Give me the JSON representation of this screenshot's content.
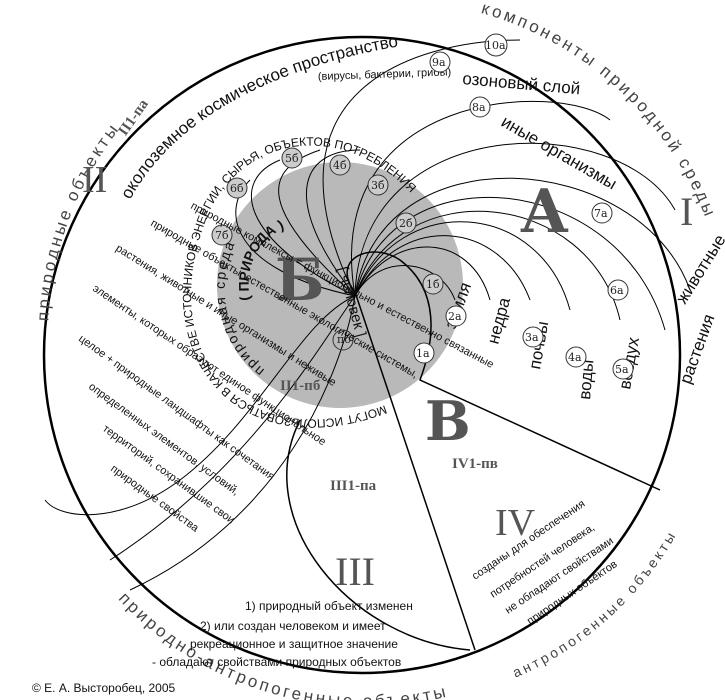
{
  "outer_arcs": {
    "components": "компоненты природной среды",
    "natural_objects": "природные объекты",
    "nat_anthro": "природно-антропогенные объекты",
    "anthro": "антропогенные объекты"
  },
  "big_letters": {
    "A": "А",
    "B": "Б",
    "V": "В"
  },
  "romans": {
    "I": "I",
    "II": "II",
    "III": "III",
    "IV": "IV"
  },
  "sector_codes": {
    "ii1pa": "II1-па",
    "ii1pb": "II1-пб",
    "iii1pa": "III1-па",
    "iv1pv": "IV1-пв",
    "pb": "пб"
  },
  "components": [
    {
      "code": "1а",
      "label": "земля"
    },
    {
      "code": "2а",
      "label": "недра"
    },
    {
      "code": "3а",
      "label": "почвы"
    },
    {
      "code": "4а",
      "label": "воды"
    },
    {
      "code": "5а",
      "label": "воздух"
    },
    {
      "code": "6а",
      "label": "растения"
    },
    {
      "code": "7а",
      "label": "животные"
    },
    {
      "code": "8а",
      "label": "иные организмы"
    },
    {
      "code": "9а",
      "label": "озоновый слой"
    },
    {
      "code": "10а",
      "label": "околоземное космическое пространство"
    }
  ],
  "organisms_note": "(вирусы, бактерии, грибы)",
  "b_codes": [
    "1б",
    "2б",
    "3б",
    "4б",
    "5б",
    "6б",
    "7б"
  ],
  "center": {
    "person": "[ человек ]",
    "nature": "( ПРИРОДА )",
    "env": "природная среда",
    "spiral_text": "МОГУТ ИСПОЛЬЗОВАТЬСЯ В КАЧЕСТВЕ ИСТОЧНИКОВ ЭНЕРГИИ, СЫРЬЯ, ОБЪЕКТОВ ПОТРЕБЛЕНИЯ"
  },
  "region_ii_text": [
    "природные комплексы = функционально и естественно связанные",
    "природные объекты; естественные экологические системы,",
    "растения, животные и иные организмы и неживые",
    "элементы, которых образуют единое функциональное",
    "целое + природные ландшафты как сочетания",
    "определенных элементов, условий,",
    "территорий, сохранившие свои",
    "природные свойства"
  ],
  "region_iii_text": [
    "1) природный объект изменен",
    "2) или создан человеком и имеет",
    "рекреационное и защитное значение",
    "- обладают свойствами природных объектов"
  ],
  "region_iv_text": [
    "созданы для обеспечения",
    "потребностей человека,",
    "не обладают свойствами",
    "природных объектов"
  ],
  "copyright": "© Е. А. Высторобец, 2005"
}
